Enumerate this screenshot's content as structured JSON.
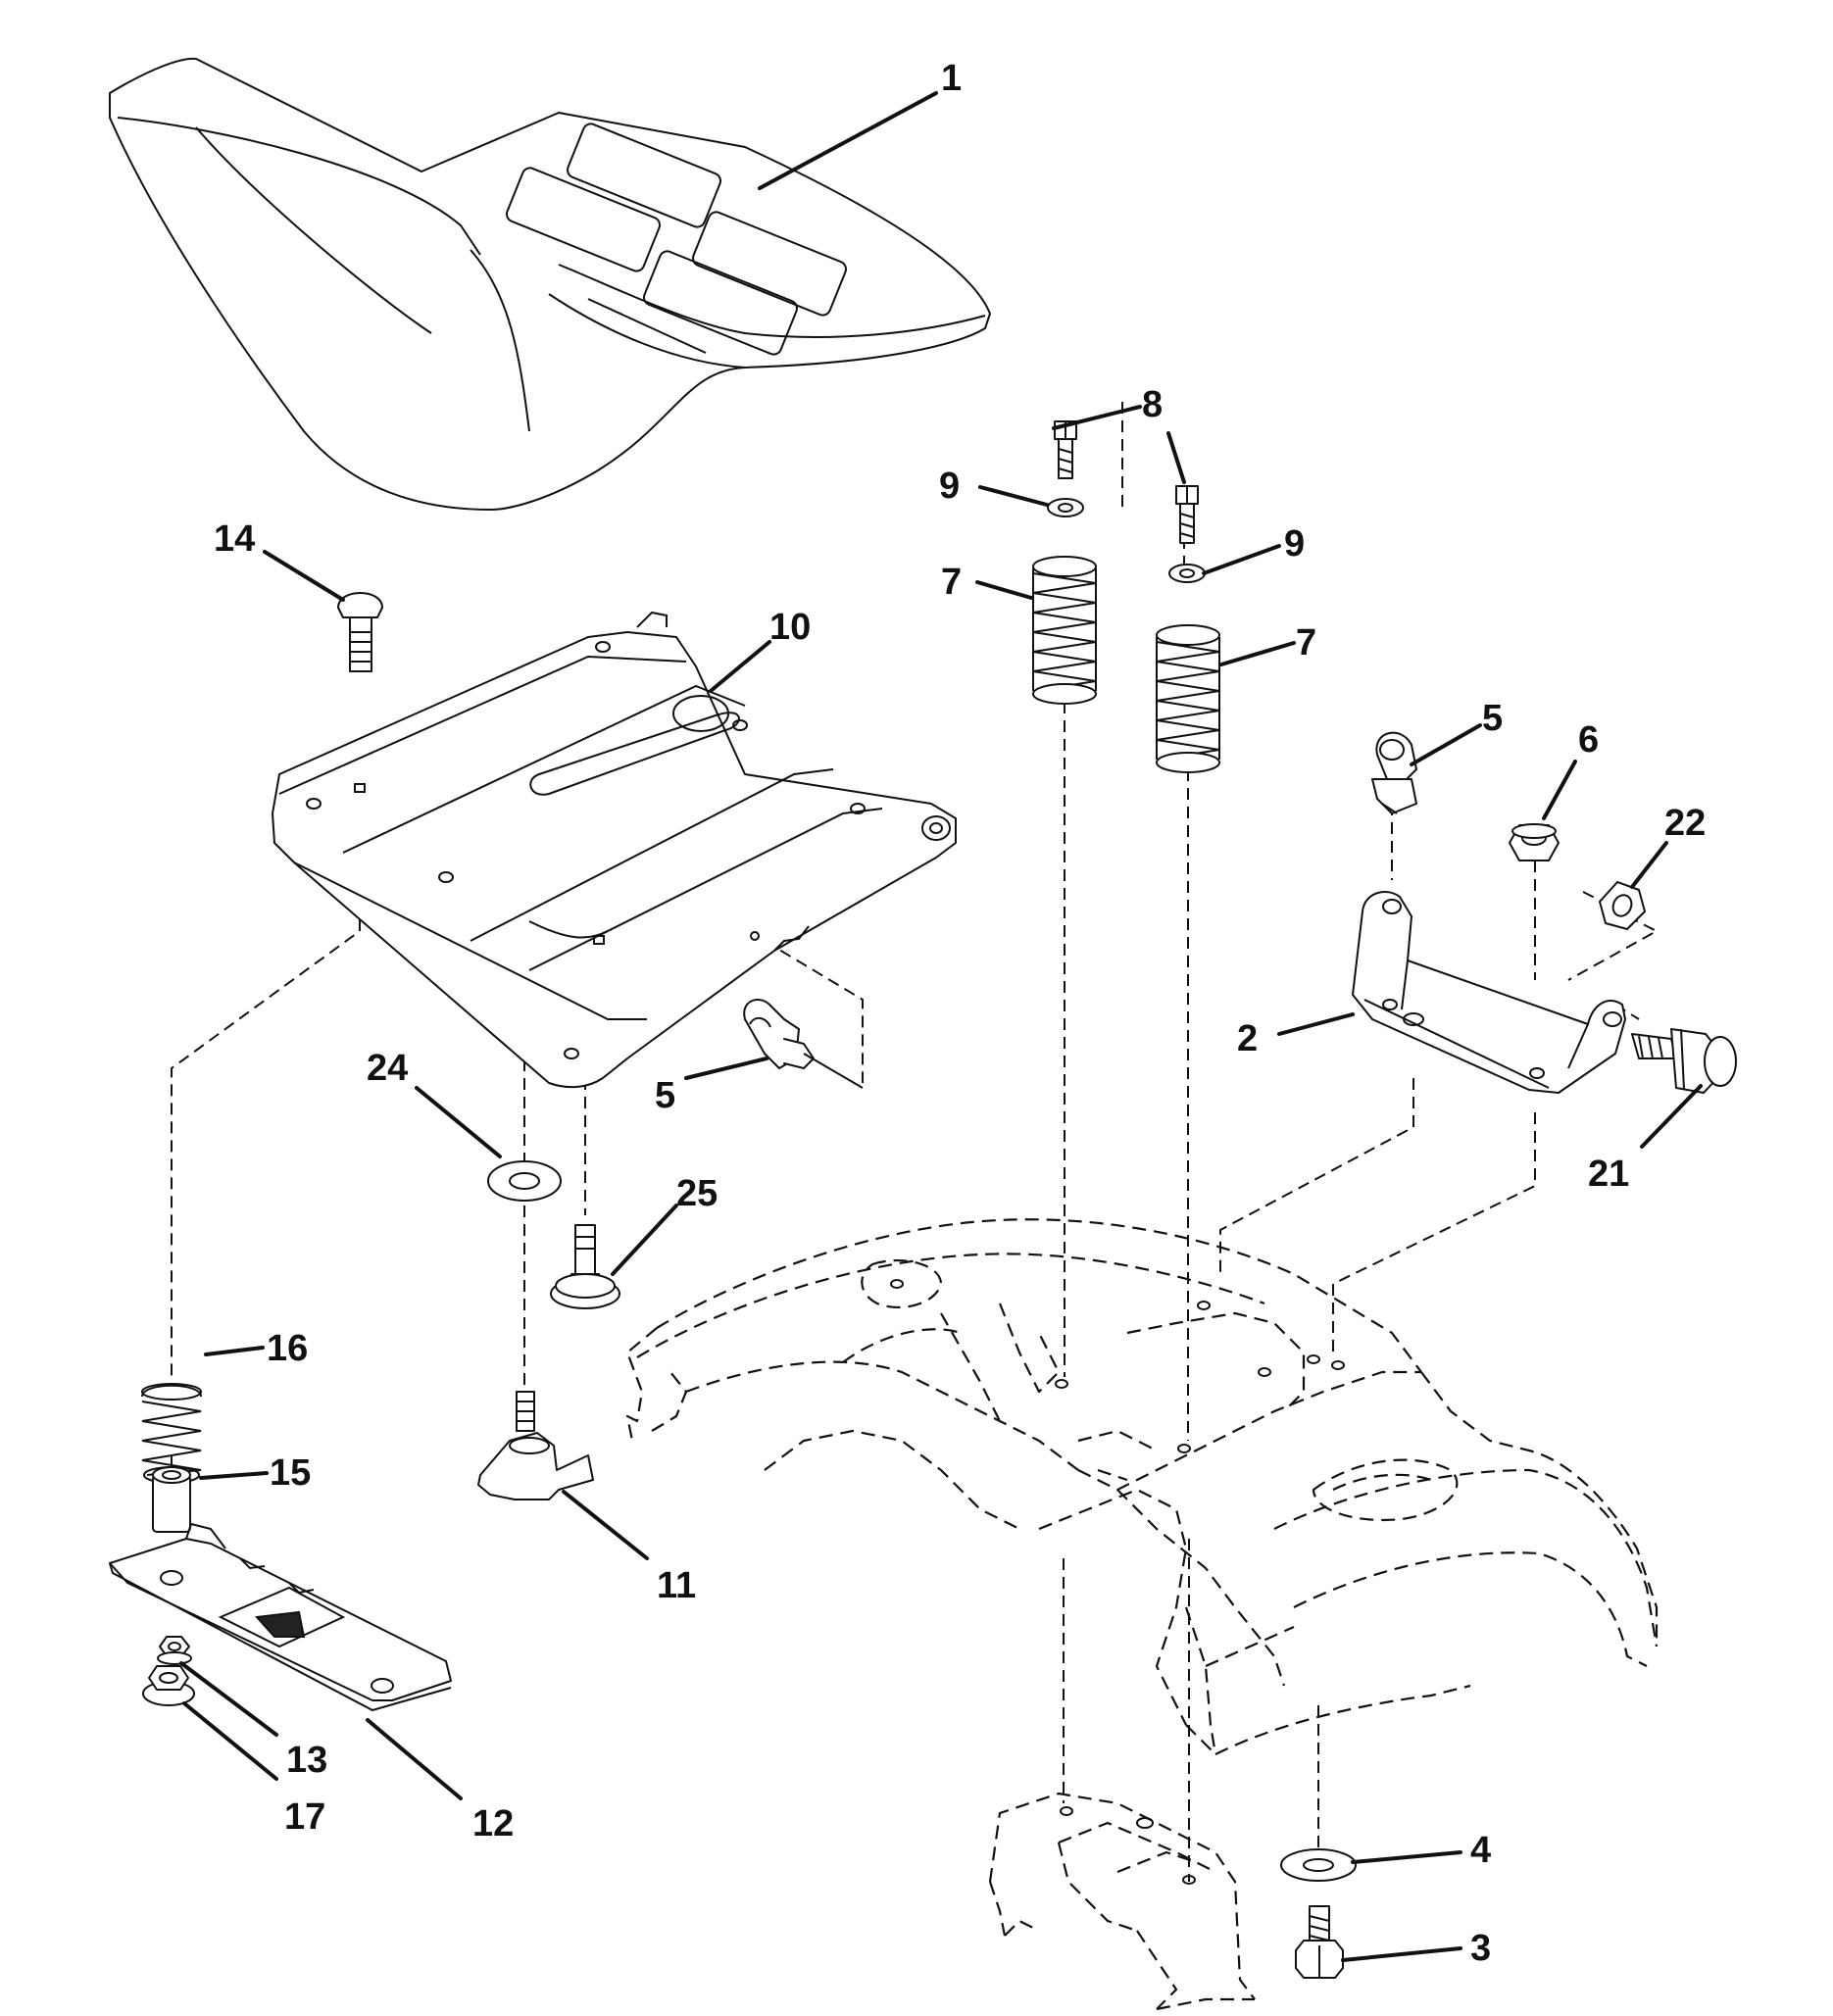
{
  "callouts": {
    "c1": "1",
    "c2": "2",
    "c3": "3",
    "c4": "4",
    "c5a": "5",
    "c5b": "5",
    "c6": "6",
    "c7a": "7",
    "c7b": "7",
    "c8": "8",
    "c9a": "9",
    "c9b": "9",
    "c10": "10",
    "c11": "11",
    "c12": "12",
    "c13": "13",
    "c14": "14",
    "c15": "15",
    "c16": "16",
    "c17": "17",
    "c21": "21",
    "c22": "22",
    "c24": "24",
    "c25": "25"
  }
}
